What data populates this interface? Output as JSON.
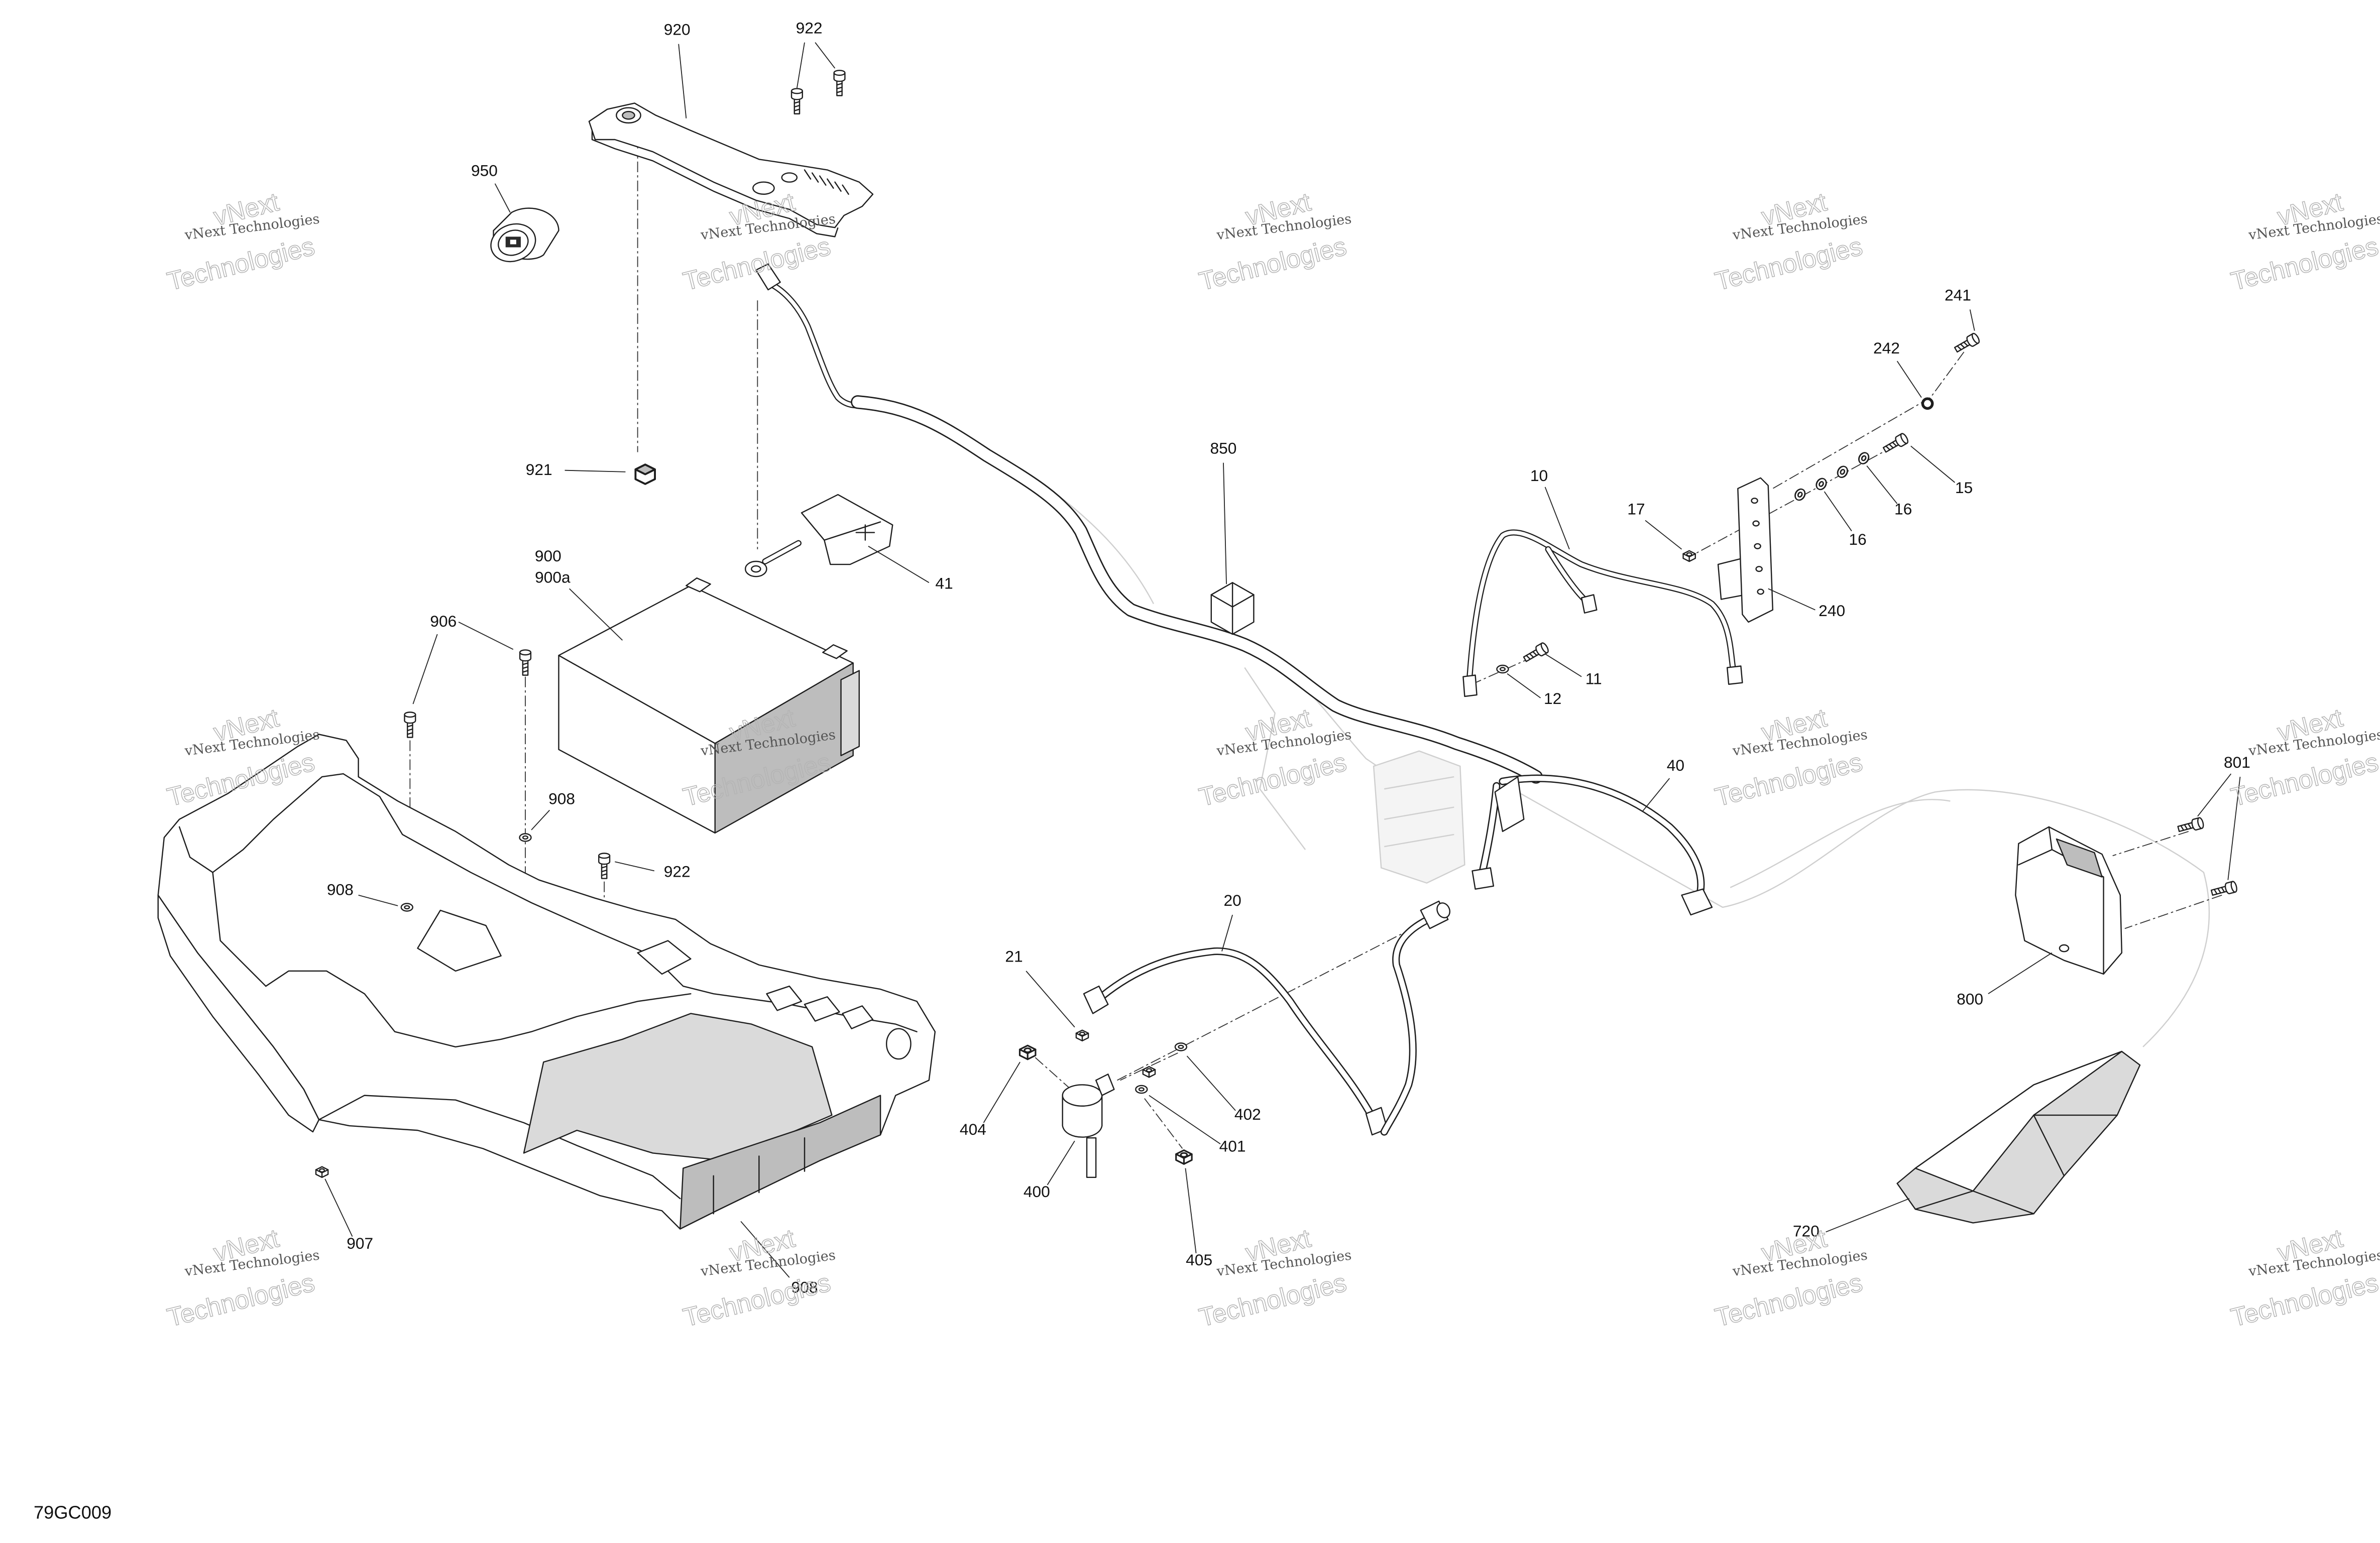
{
  "drawing": {
    "reference_code": "79GC009",
    "callouts": [
      "920",
      "922",
      "950",
      "921",
      "900",
      "900a",
      "41",
      "906",
      "908",
      "922",
      "908",
      "907",
      "908",
      "850",
      "10",
      "17",
      "241",
      "242",
      "15",
      "16",
      "16",
      "240",
      "11",
      "12",
      "40",
      "801",
      "20",
      "21",
      "404",
      "402",
      "401",
      "400",
      "405",
      "800",
      "720"
    ]
  },
  "watermark": {
    "small": "vNext Technologies",
    "large_line1": "vNext",
    "large_line2": "Technologies"
  }
}
